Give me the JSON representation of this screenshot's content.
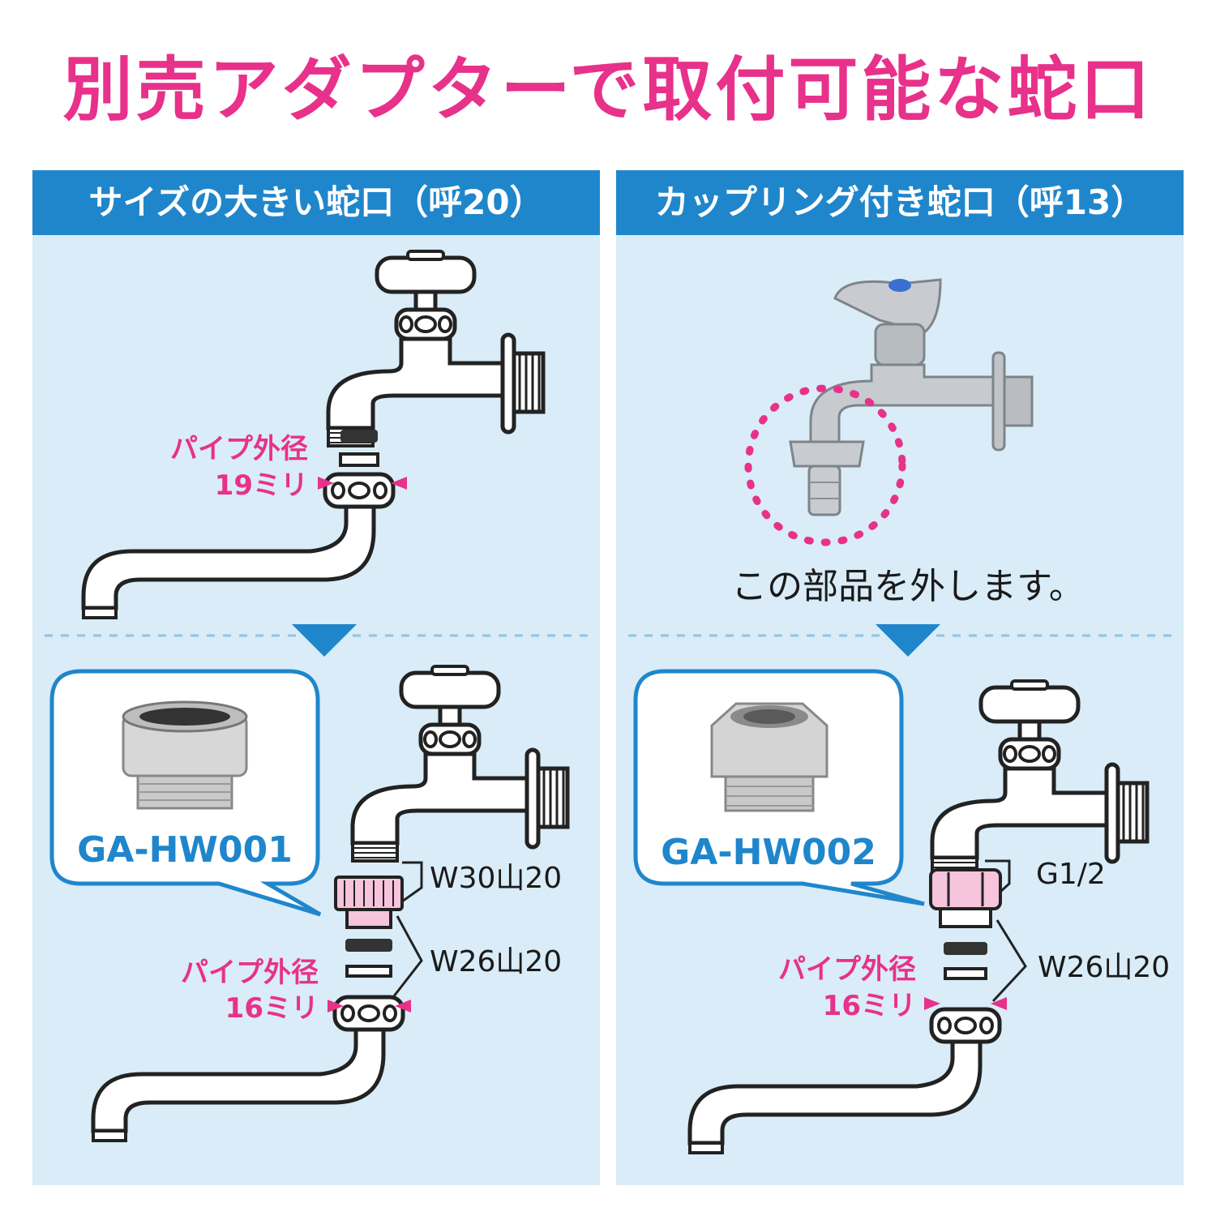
{
  "title": "別売アダプターで取付可能な蛇口",
  "left": {
    "header": "サイズの大きい蛇口（呼20）",
    "top_label_line1": "パイプ外径",
    "top_label_line2": "19ミリ",
    "product": "GA-HW001",
    "spec1": "W30山20",
    "spec2": "W26山20",
    "bottom_label_line1": "パイプ外径",
    "bottom_label_line2": "16ミリ"
  },
  "right": {
    "header": "カップリング付き蛇口（呼13）",
    "caption": "この部品を外します。",
    "product": "GA-HW002",
    "spec1": "G1/2",
    "spec2": "W26山20",
    "bottom_label_line1": "パイプ外径",
    "bottom_label_line2": "16ミリ"
  },
  "colors": {
    "accent_pink": "#e8318a",
    "header_blue": "#1f86cc",
    "panel_bg": "#d9ecf7",
    "adapter_pink": "#f6c4dc"
  }
}
